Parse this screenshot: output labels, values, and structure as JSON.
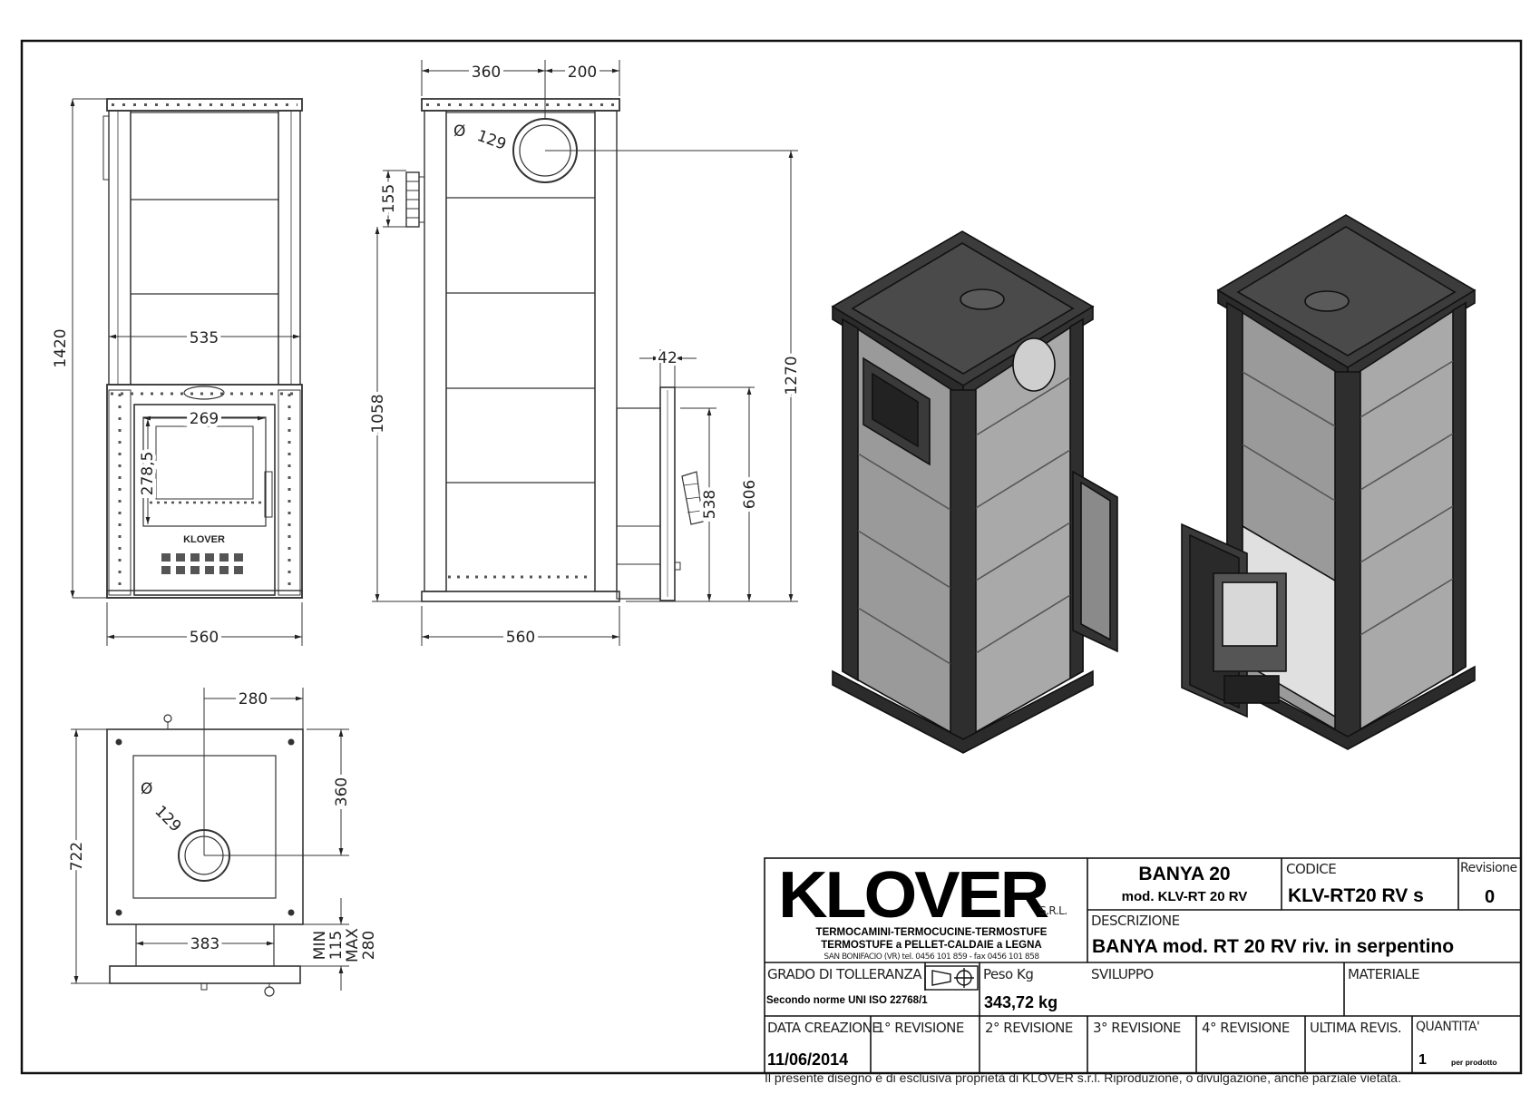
{
  "dimensions": {
    "front_view": {
      "height": "1420",
      "inner_width": "535",
      "base_width": "560",
      "glass_width": "269",
      "glass_height": "278,5"
    },
    "side_view": {
      "top_left": "360",
      "top_right": "200",
      "flue_diameter_prefix": "Ø",
      "flue_diameter": "129",
      "spacing": "155",
      "height": "1058",
      "flue_height": "1270",
      "door_thickness": "42",
      "door_height": "538",
      "door_total_height": "606",
      "base_width": "560"
    },
    "plan_view": {
      "offset": "280",
      "depth": "722",
      "flue_y": "360",
      "flue_diameter_prefix": "Ø",
      "flue_diameter": "129",
      "leg_width": "383",
      "min_label": "MIN",
      "min_value": "115",
      "max_label": "MAX",
      "max_value": "280"
    }
  },
  "brand": {
    "front_plate": "KLOVER"
  },
  "title_block": {
    "logo": "KLOVER",
    "logo_suffix": "S.R.L.",
    "company_line1": "TERMOCAMINI-TERMOCUCINE-TERMOSTUFE",
    "company_line2": "TERMOSTUFE a PELLET-CALDAIE a LEGNA",
    "company_address": "SAN BONIFACIO (VR) tel. 0456 101 859 - fax 0456 101 858",
    "product_name": "BANYA 20",
    "product_model": "mod. KLV-RT 20 RV",
    "codice_label": "CODICE",
    "codice_value": "KLV-RT20 RV s",
    "revisione_label": "Revisione",
    "revisione_value": "0",
    "descrizione_label": "DESCRIZIONE",
    "descrizione_value": "BANYA mod. RT 20 RV riv. in serpentino",
    "tolleranza_label": "GRADO DI TOLLERANZA",
    "tolleranza_value": "Secondo norme UNI ISO 22768/1",
    "peso_label": "Peso Kg",
    "peso_value": "343,72 kg",
    "sviluppo_label": "SVILUPPO",
    "materiale_label": "MATERIALE",
    "data_label": "DATA CREAZIONE",
    "data_value": "11/06/2014",
    "rev1_label": "1° REVISIONE",
    "rev2_label": "2° REVISIONE",
    "rev3_label": "3° REVISIONE",
    "rev4_label": "4° REVISIONE",
    "ultima_label": "ULTIMA REVIS.",
    "quantita_label": "QUANTITA'",
    "quantita_value": "1",
    "quantita_unit": "per prodotto"
  },
  "footer_note": "Il presente disegno è di esclusiva proprietà di KLOVER s.r.l. Riproduzione, o divulgazione, anche parziale vietata."
}
